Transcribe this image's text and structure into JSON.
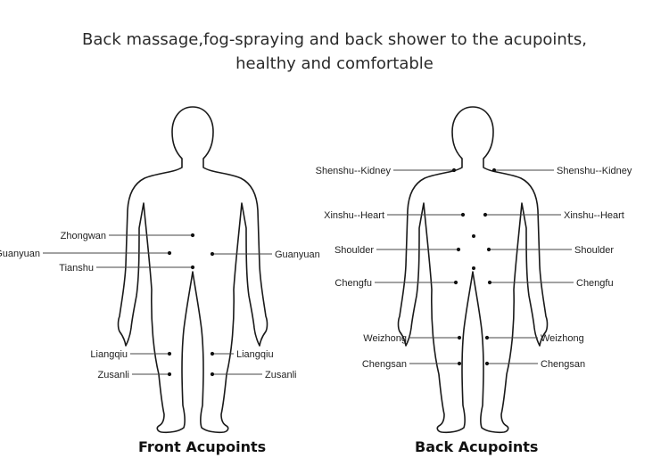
{
  "headline": {
    "line1": "Back massage,fog-spraying and back shower to the acupoints,",
    "line2": "healthy and comfortable"
  },
  "front": {
    "caption": "Front Acupoints",
    "points": [
      {
        "label": "Zhongwan",
        "side": "left"
      },
      {
        "label": "Guanyuan",
        "side": "left"
      },
      {
        "label": "Guanyuan",
        "side": "right"
      },
      {
        "label": "Tianshu",
        "side": "left"
      },
      {
        "label": "Liangqiu",
        "side": "left"
      },
      {
        "label": "Liangqiu",
        "side": "right"
      },
      {
        "label": "Zusanli",
        "side": "left"
      },
      {
        "label": "Zusanli",
        "side": "right"
      }
    ]
  },
  "back": {
    "caption": "Back Acupoints",
    "points": [
      {
        "label": "Shenshu--Kidney",
        "side": "left"
      },
      {
        "label": "Shenshu--Kidney",
        "side": "right"
      },
      {
        "label": "Xinshu--Heart",
        "side": "left"
      },
      {
        "label": "Xinshu--Heart",
        "side": "right"
      },
      {
        "label": "Shoulder",
        "side": "left"
      },
      {
        "label": "Shoulder",
        "side": "right"
      },
      {
        "label": "Chengfu",
        "side": "left"
      },
      {
        "label": "Chengfu",
        "side": "right"
      },
      {
        "label": "Weizhong",
        "side": "left"
      },
      {
        "label": "Weizhong",
        "side": "right"
      },
      {
        "label": "Chengsan",
        "side": "left"
      },
      {
        "label": "Chengsan",
        "side": "right"
      }
    ]
  }
}
